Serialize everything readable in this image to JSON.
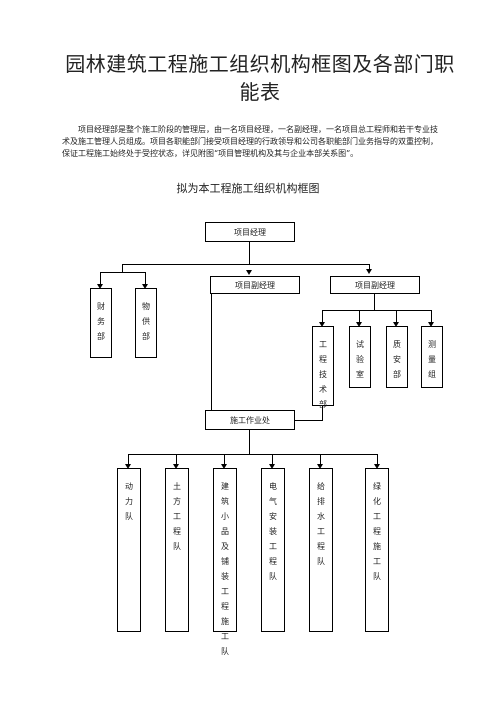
{
  "document": {
    "title": "园林建筑工程施工组织机构框图及各部门职能表",
    "paragraph": "项目经理部是整个施工阶段的管理层，由一名项目经理，一名副经理，一名项目总工程师和若干专业技术及施工管理人员组成。项目各职能部门接受项目经理的行政领导和公司各职能部门业务指导的双重控制，保证工程施工始终处于受控状态，详见附图“项目管理机构及其与企业本部关系图”。",
    "chart_title": "拟为本工程施工组织机构框图"
  },
  "org": {
    "project_manager": "项目经理",
    "deputy_manager_left": "项目副经理",
    "deputy_manager_right": "项目副经理",
    "finance": "财务部",
    "supply": "物供部",
    "engineering": "工程技术部",
    "testing": "试验室",
    "quality": "质安部",
    "survey": "测量组",
    "construction_office": "施工作业处",
    "teams": [
      "动力队",
      "土方工程队",
      "建筑小品及铺装工程施工队",
      "电气安装工程队",
      "给排水工程队",
      "绿化工程施工队"
    ]
  }
}
